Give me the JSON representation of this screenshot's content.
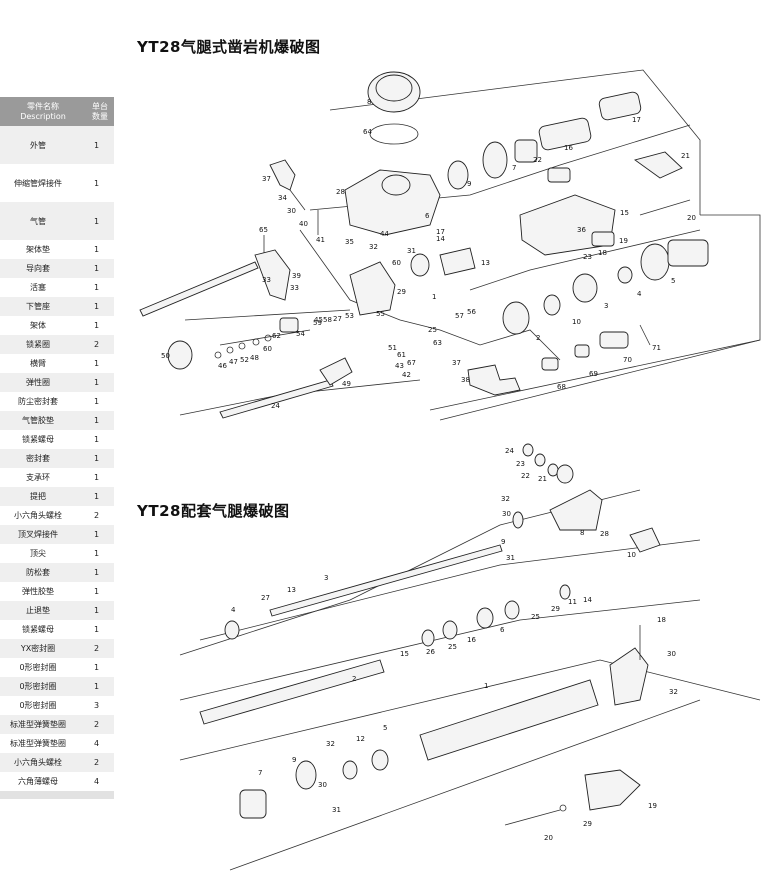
{
  "title_main": "YT28气腿式凿岩机爆破图",
  "title_sub": "YT28配套气腿爆破图",
  "parts_table": {
    "header": {
      "name_cn": "零件名称",
      "name_en": "Description",
      "qty_l1": "单台",
      "qty_l2": "数量"
    },
    "rows": [
      {
        "name": "外管",
        "qty": "1"
      },
      {
        "name": "伸缩管焊接件",
        "qty": "1"
      },
      {
        "name": "气管",
        "qty": "1"
      },
      {
        "name": "架体垫",
        "qty": "1"
      },
      {
        "name": "导向套",
        "qty": "1"
      },
      {
        "name": "活塞",
        "qty": "1"
      },
      {
        "name": "下管座",
        "qty": "1"
      },
      {
        "name": "架体",
        "qty": "1"
      },
      {
        "name": "锁紧圈",
        "qty": "2"
      },
      {
        "name": "横臂",
        "qty": "1"
      },
      {
        "name": "弹性圈",
        "qty": "1"
      },
      {
        "name": "防尘密封套",
        "qty": "1"
      },
      {
        "name": "气管胶垫",
        "qty": "1"
      },
      {
        "name": "锁紧螺母",
        "qty": "1"
      },
      {
        "name": "密封套",
        "qty": "1"
      },
      {
        "name": "支承环",
        "qty": "1"
      },
      {
        "name": "提把",
        "qty": "1"
      },
      {
        "name": "小六角头螺栓",
        "qty": "2"
      },
      {
        "name": "顶叉焊接件",
        "qty": "1"
      },
      {
        "name": "顶尖",
        "qty": "1"
      },
      {
        "name": "防松套",
        "qty": "1"
      },
      {
        "name": "弹性胶垫",
        "qty": "1"
      },
      {
        "name": "止退垫",
        "qty": "1"
      },
      {
        "name": "锁紧螺母",
        "qty": "1"
      },
      {
        "name": "YX密封圈",
        "qty": "2"
      },
      {
        "name": "0形密封圈",
        "qty": "1"
      },
      {
        "name": "0形密封圈",
        "qty": "1"
      },
      {
        "name": "0形密封圈",
        "qty": "3"
      },
      {
        "name": "标准型弹簧垫圈",
        "qty": "2"
      },
      {
        "name": "标准型弹簧垫圈",
        "qty": "4"
      },
      {
        "name": "小六角头螺栓",
        "qty": "2"
      },
      {
        "name": "六角薄螺母",
        "qty": "4"
      }
    ]
  },
  "labels_top": [
    "8",
    "64",
    "17",
    "16",
    "22",
    "7",
    "9",
    "21",
    "28",
    "37",
    "34",
    "30",
    "40",
    "41",
    "35",
    "6",
    "20",
    "32",
    "44",
    "36",
    "15",
    "60",
    "33",
    "19",
    "18",
    "65",
    "39",
    "33",
    "23",
    "17",
    "14",
    "31",
    "13",
    "5",
    "29",
    "4",
    "3",
    "10",
    "2",
    "50",
    "1",
    "57",
    "56",
    "25",
    "53",
    "27",
    "58",
    "59",
    "45",
    "54",
    "62",
    "60",
    "52",
    "48",
    "47",
    "46",
    "55",
    "51",
    "61",
    "43",
    "42",
    "63",
    "37",
    "38",
    "68",
    "69",
    "70",
    "71",
    "49",
    "24",
    "67"
  ],
  "labels_bottom": [
    "24",
    "23",
    "22",
    "21",
    "32",
    "30",
    "9",
    "8",
    "28",
    "10",
    "31",
    "3",
    "27",
    "13",
    "4",
    "11",
    "14",
    "29",
    "25",
    "16",
    "6",
    "26",
    "25",
    "15",
    "18",
    "2",
    "30",
    "32",
    "1",
    "7",
    "9",
    "32",
    "30",
    "12",
    "5",
    "31",
    "19",
    "29",
    "20"
  ]
}
